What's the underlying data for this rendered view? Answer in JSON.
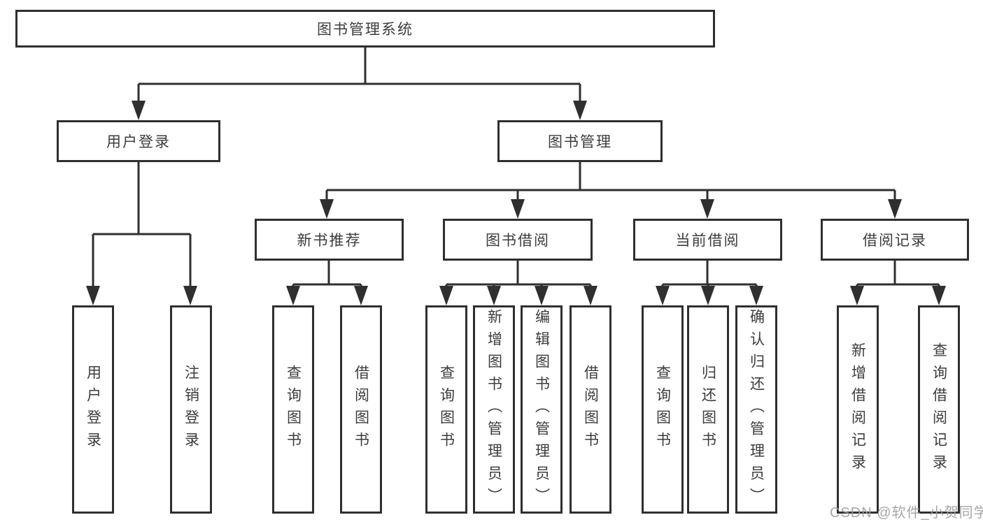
{
  "diagram_type": "hierarchy-tree",
  "colors": {
    "line": "#2f2f2f",
    "box_border": "#2f2f2f",
    "text": "#3c3c3c",
    "background": "#ffffff",
    "watermark": "#9e9e9e"
  },
  "tree": {
    "label": "图书管理系统",
    "children": [
      {
        "label": "用户登录",
        "children": [
          {
            "label": "用户登录"
          },
          {
            "label": "注销登录"
          }
        ]
      },
      {
        "label": "图书管理",
        "children": [
          {
            "label": "新书推荐",
            "children": [
              {
                "label": "查询图书"
              },
              {
                "label": "借阅图书"
              }
            ]
          },
          {
            "label": "图书借阅",
            "children": [
              {
                "label": "查询图书"
              },
              {
                "label": "新增图书（管理员）"
              },
              {
                "label": "编辑图书（管理员）"
              },
              {
                "label": "借阅图书"
              }
            ]
          },
          {
            "label": "当前借阅",
            "children": [
              {
                "label": "查询图书"
              },
              {
                "label": "归还图书"
              },
              {
                "label": "确认归还（管理员）"
              }
            ]
          },
          {
            "label": "借阅记录",
            "children": [
              {
                "label": "新增借阅记录"
              },
              {
                "label": "查询借阅记录"
              }
            ]
          }
        ]
      }
    ]
  },
  "watermark": "CSDN @软件_小贺同学"
}
